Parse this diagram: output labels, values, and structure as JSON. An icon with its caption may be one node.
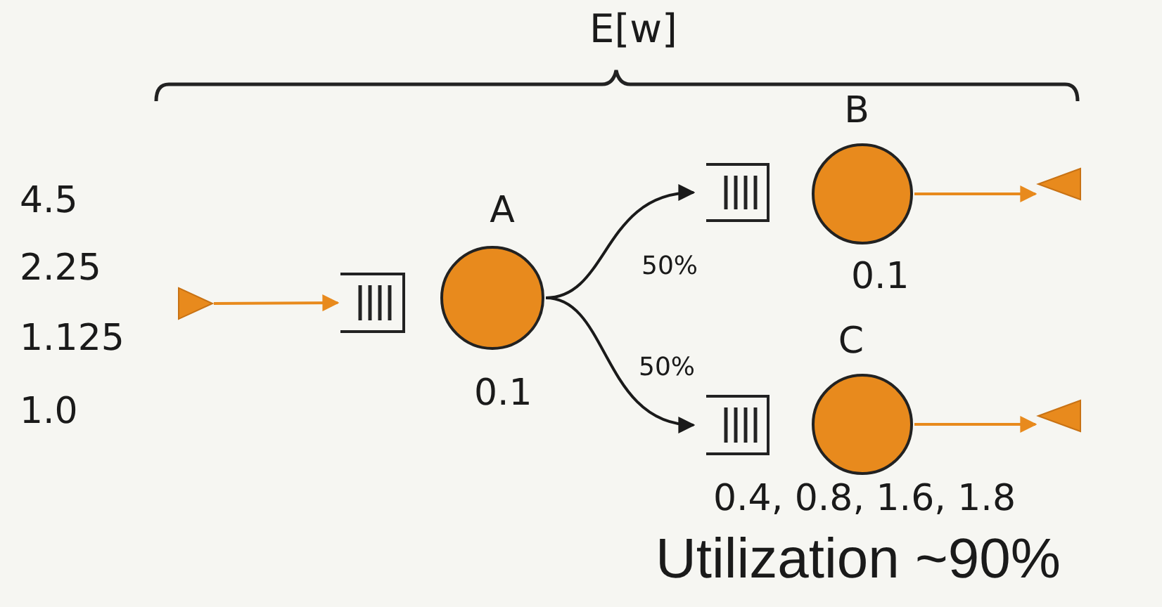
{
  "diagram": {
    "nodes": [
      {
        "text": [],
        "shape": "triangle"
      },
      {
        "text": [],
        "shape": "queue"
      },
      {
        "text": [
          "A"
        ],
        "beside": [
          "0.1"
        ]
      },
      {
        "text": [],
        "shape": "queue"
      },
      {
        "text": [
          "B"
        ],
        "beside": [
          "0.1"
        ]
      },
      {
        "text": [],
        "shape": "triangle"
      },
      {
        "text": [],
        "shape": "queue"
      },
      {
        "text": [
          "C"
        ],
        "beside": [
          "0.4, 0.8, 1.6, 1.8"
        ]
      },
      {
        "text": [],
        "shape": "triangle"
      }
    ],
    "edges": [
      {
        "from": 0,
        "to": 1,
        "arrow": "to"
      },
      {
        "from": 2,
        "to": 3,
        "arrow": "to",
        "label": "50%",
        "color": "#1a1a1a"
      },
      {
        "from": 2,
        "to": 6,
        "arrow": "to",
        "label": "50%",
        "color": "#1a1a1a"
      },
      {
        "from": 4,
        "to": 5,
        "arrow": "to"
      },
      {
        "from": 7,
        "to": 8,
        "arrow": "to"
      }
    ],
    "labels": [
      "E[w]",
      "4.5",
      "2.25",
      "1.125",
      "1.0",
      "Utilization ~90%"
    ]
  }
}
